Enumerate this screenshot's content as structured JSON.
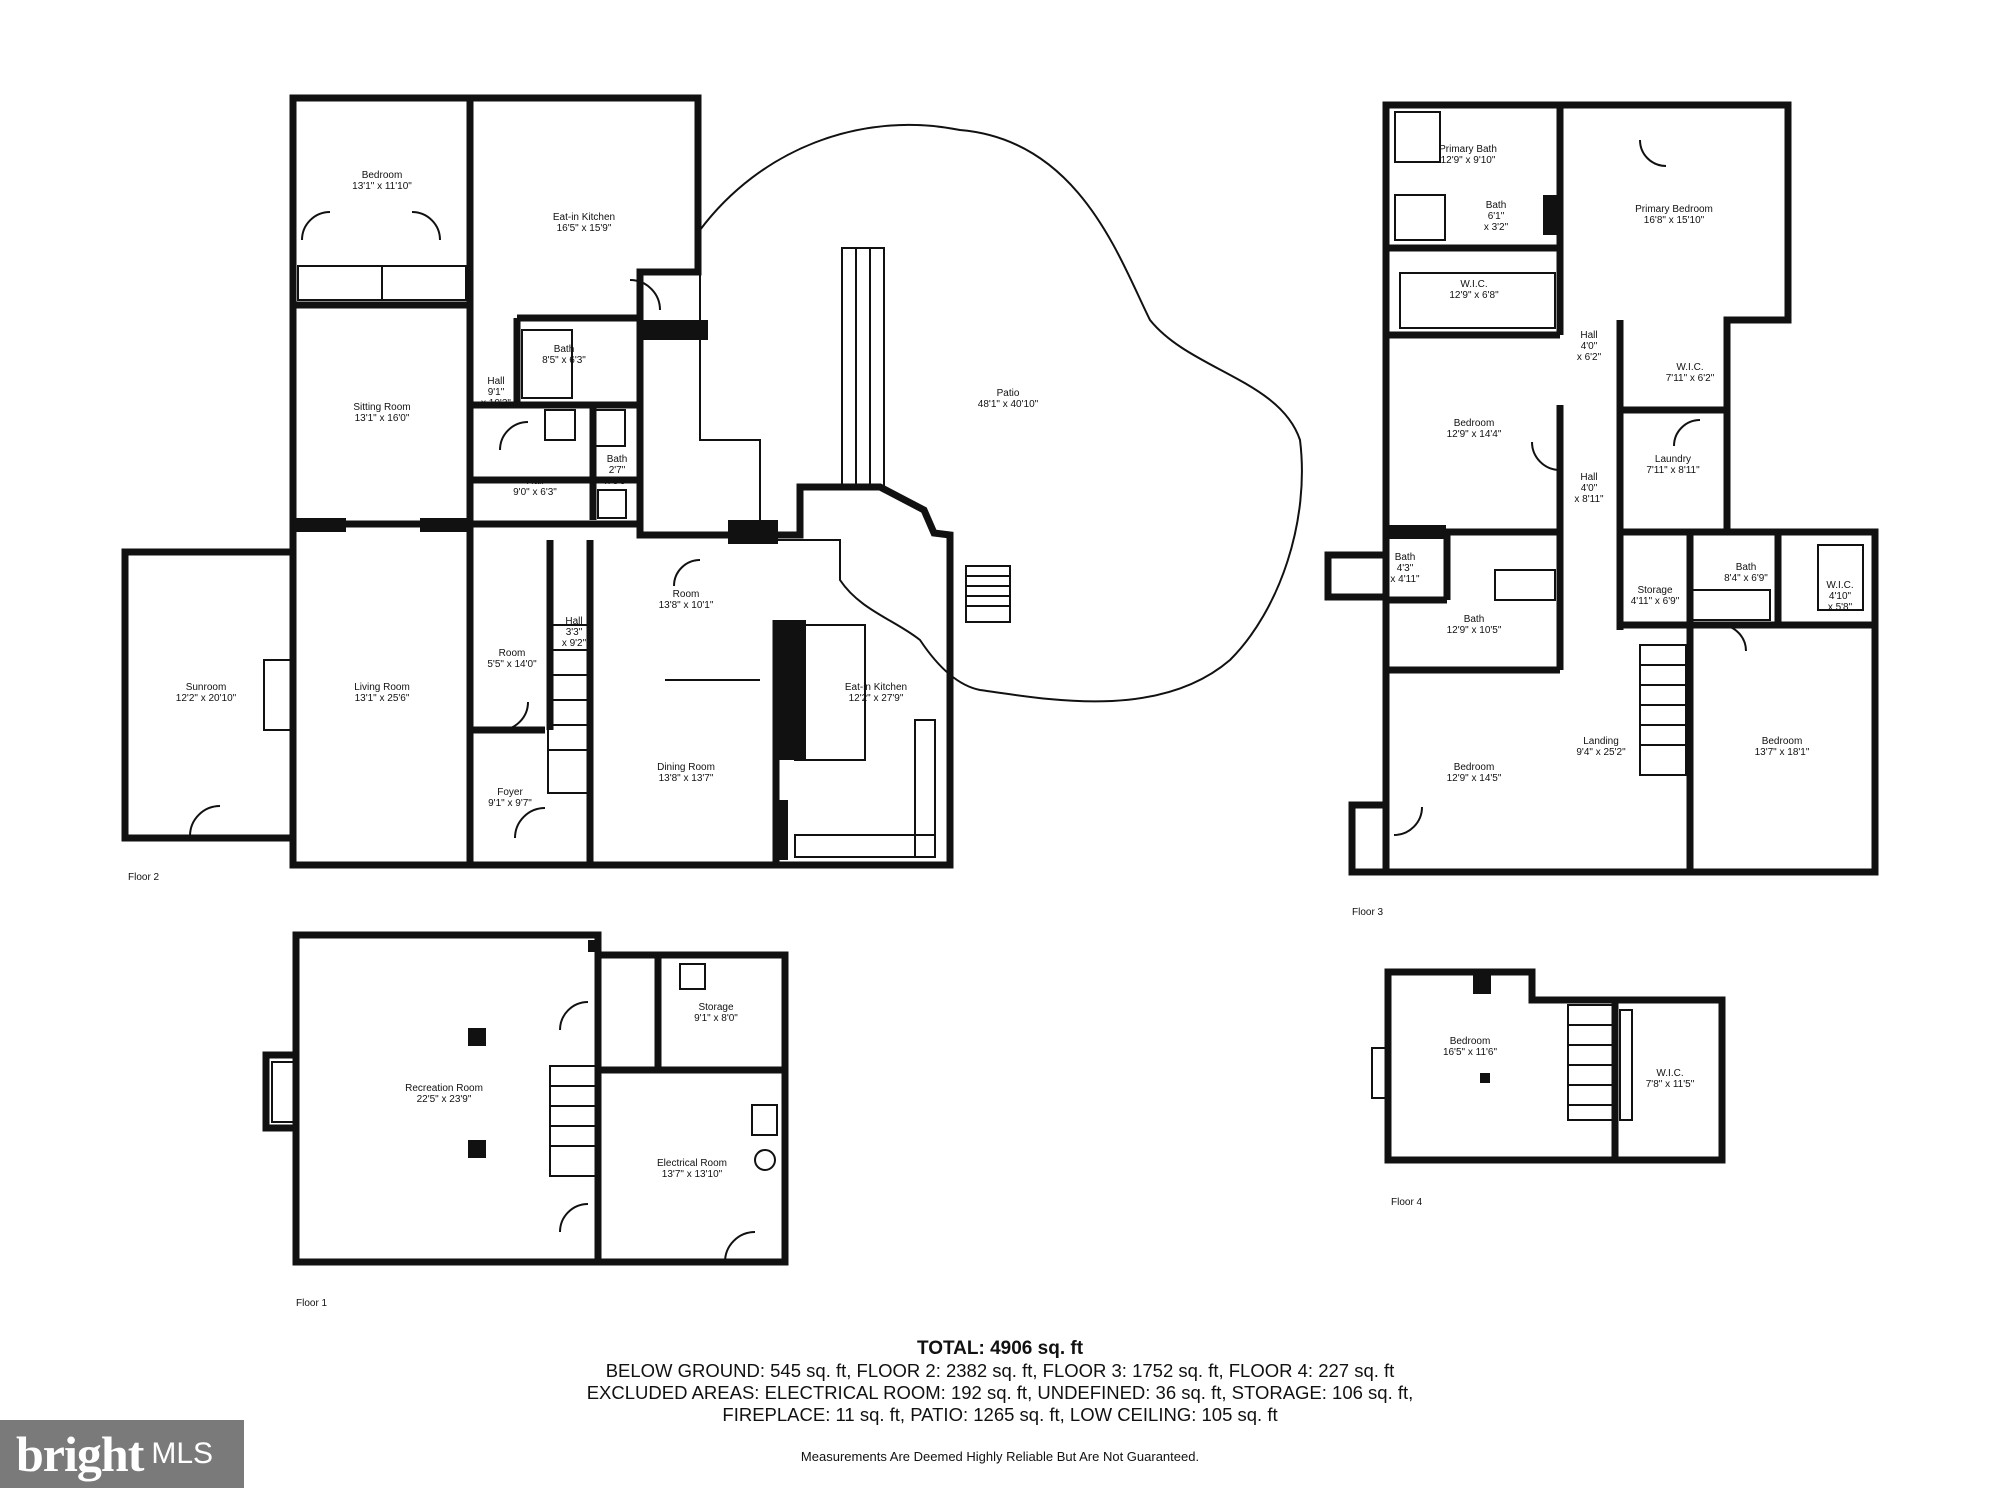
{
  "floors": {
    "floor2": {
      "label": "Floor 2",
      "rooms": [
        {
          "id": "bedroom",
          "name": "Bedroom",
          "dim": "13'1\" x 11'10\""
        },
        {
          "id": "eatin-kitchen-upper",
          "name": "Eat-in Kitchen",
          "dim": "16'5\" x 15'9\""
        },
        {
          "id": "bath-1",
          "name": "Bath",
          "dim": "8'5\" x 6'3\""
        },
        {
          "id": "sitting-room",
          "name": "Sitting Room",
          "dim": "13'1\" x 16'0\""
        },
        {
          "id": "hall-1",
          "name": "Hall",
          "dim": "9'1\" x 10'2\""
        },
        {
          "id": "hall-2",
          "name": "Hall",
          "dim": "9'0\" x 6'3\""
        },
        {
          "id": "bath-2",
          "name": "Bath",
          "dim": "2'7\" x 8'5\""
        },
        {
          "id": "patio",
          "name": "Patio",
          "dim": "48'1\" x 40'10\""
        },
        {
          "id": "sunroom",
          "name": "Sunroom",
          "dim": "12'2\" x 20'10\""
        },
        {
          "id": "living-room",
          "name": "Living Room",
          "dim": "13'1\" x 25'6\""
        },
        {
          "id": "room-small",
          "name": "Room",
          "dim": "5'5\" x 14'0\""
        },
        {
          "id": "hall-3",
          "name": "Hall",
          "dim": "3'3\" x 9'2\""
        },
        {
          "id": "room",
          "name": "Room",
          "dim": "13'8\" x 10'1\""
        },
        {
          "id": "eatin-kitchen",
          "name": "Eat-in Kitchen",
          "dim": "12'2\" x 27'9\""
        },
        {
          "id": "dining-room",
          "name": "Dining Room",
          "dim": "13'8\" x 13'7\""
        },
        {
          "id": "foyer",
          "name": "Foyer",
          "dim": "9'1\" x 9'7\""
        }
      ]
    },
    "floor3": {
      "label": "Floor 3",
      "rooms": [
        {
          "id": "primary-bath",
          "name": "Primary Bath",
          "dim": "12'9\" x 9'10\""
        },
        {
          "id": "bath-3a",
          "name": "Bath",
          "dim": "6'1\" x 3'2\""
        },
        {
          "id": "primary-bedroom",
          "name": "Primary Bedroom",
          "dim": "16'8\" x 15'10\""
        },
        {
          "id": "wic-1",
          "name": "W.I.C.",
          "dim": "12'9\" x 6'8\""
        },
        {
          "id": "hall-4",
          "name": "Hall",
          "dim": "4'0\" x 6'2\""
        },
        {
          "id": "wic-2",
          "name": "W.I.C.",
          "dim": "7'11\" x 6'2\""
        },
        {
          "id": "bedroom-2",
          "name": "Bedroom",
          "dim": "12'9\" x 14'4\""
        },
        {
          "id": "hall-5",
          "name": "Hall",
          "dim": "4'0\" x 8'11\""
        },
        {
          "id": "laundry",
          "name": "Laundry",
          "dim": "7'11\" x 8'11\""
        },
        {
          "id": "bath-3b",
          "name": "Bath",
          "dim": "4'3\" x 4'11\""
        },
        {
          "id": "bath-3c",
          "name": "Bath",
          "dim": "12'9\" x 10'5\""
        },
        {
          "id": "storage-3",
          "name": "Storage",
          "dim": "4'11\" x 6'9\""
        },
        {
          "id": "bath-3d",
          "name": "Bath",
          "dim": "8'4\" x 6'9\""
        },
        {
          "id": "wic-3",
          "name": "W.I.C.",
          "dim": "4'10\" x 5'8\""
        },
        {
          "id": "bedroom-3",
          "name": "Bedroom",
          "dim": "12'9\" x 14'5\""
        },
        {
          "id": "landing",
          "name": "Landing",
          "dim": "9'4\" x 25'2\""
        },
        {
          "id": "bedroom-4",
          "name": "Bedroom",
          "dim": "13'7\" x 18'1\""
        }
      ]
    },
    "floor1": {
      "label": "Floor 1",
      "rooms": [
        {
          "id": "storage-1",
          "name": "Storage",
          "dim": "9'1\" x 8'0\""
        },
        {
          "id": "recreation-room",
          "name": "Recreation Room",
          "dim": "22'5\" x 23'9\""
        },
        {
          "id": "electrical-room",
          "name": "Electrical Room",
          "dim": "13'7\" x 13'10\""
        }
      ]
    },
    "floor4": {
      "label": "Floor 4",
      "rooms": [
        {
          "id": "bedroom-5",
          "name": "Bedroom",
          "dim": "16'5\" x 11'6\""
        },
        {
          "id": "wic-4",
          "name": "W.I.C.",
          "dim": "7'8\" x 11'5\""
        }
      ]
    }
  },
  "summary": {
    "total": "TOTAL: 4906 sq. ft",
    "line1": "BELOW GROUND: 545 sq. ft, FLOOR 2: 2382 sq. ft, FLOOR 3: 1752 sq. ft, FLOOR 4: 227 sq. ft",
    "line2": "EXCLUDED AREAS: ELECTRICAL ROOM: 192 sq. ft, UNDEFINED: 36 sq. ft, STORAGE: 106 sq. ft,",
    "line3": "FIREPLACE: 11 sq. ft, PATIO: 1265 sq. ft, LOW CEILING: 105 sq. ft",
    "disclaimer": "Measurements Are Deemed Highly Reliable But Are Not Guaranteed."
  },
  "logo": {
    "brand": "bright",
    "suffix": "MLS"
  }
}
